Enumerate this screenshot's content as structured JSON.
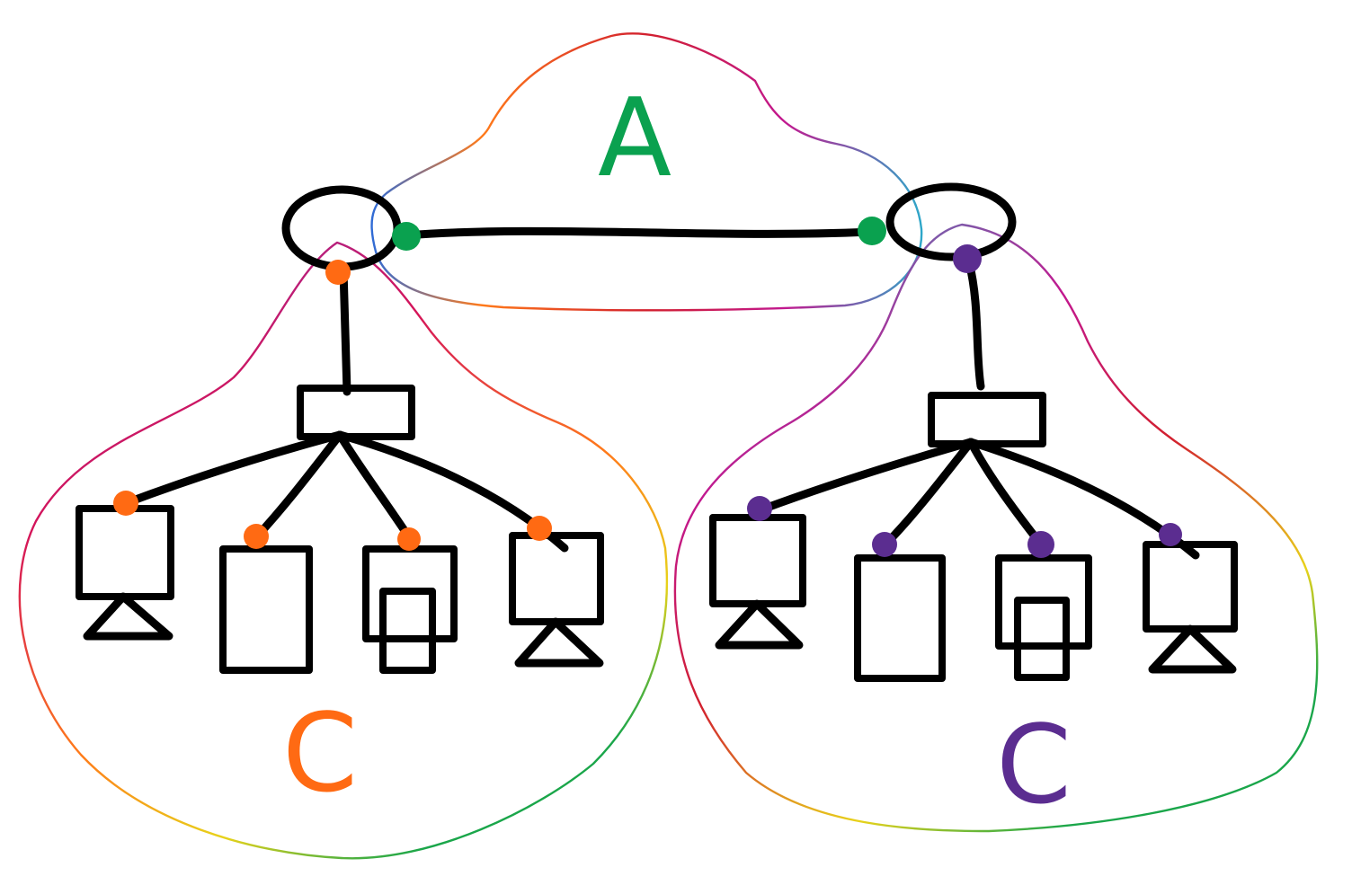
{
  "labels": {
    "cluster_a": "A",
    "cluster_c_left": "C",
    "cluster_c_right": "C"
  },
  "colors": {
    "line": "#000000",
    "background": "#ffffff",
    "cluster_a": "#0aa14f",
    "cluster_c_left": "#ff6a13",
    "cluster_c_right": "#5b2d90"
  },
  "icons": {
    "routers": [
      "router-ellipse-left",
      "router-ellipse-right"
    ],
    "switches": [
      "switch-rect-left",
      "switch-rect-right"
    ],
    "leaf_devices": [
      "monitor-icon",
      "tower-icon",
      "stacked-box-icon",
      "monitor-icon"
    ]
  }
}
